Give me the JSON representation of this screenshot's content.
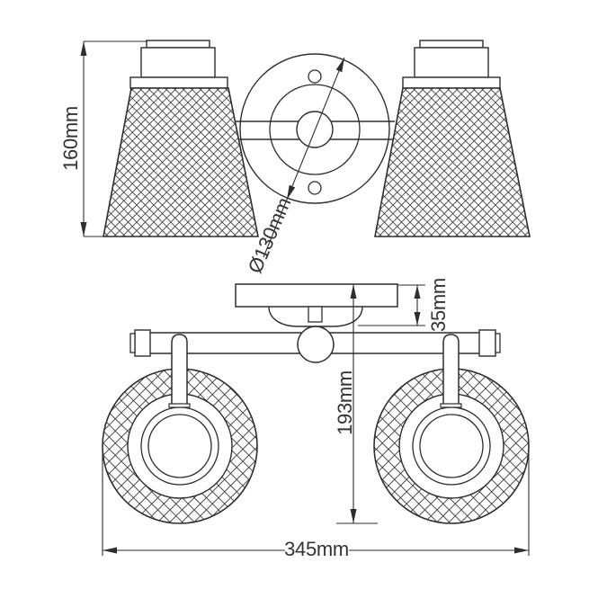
{
  "diagram": {
    "background": "#ffffff",
    "line_color": "#2e2e2e",
    "text_color": "#333333",
    "front_view": {
      "height_label": "160mm",
      "plate_diameter_label": "Ø130mm"
    },
    "plan_view": {
      "plate_depth_label": "35mm",
      "projection_label": "193mm",
      "overall_width_label": "345mm"
    }
  }
}
